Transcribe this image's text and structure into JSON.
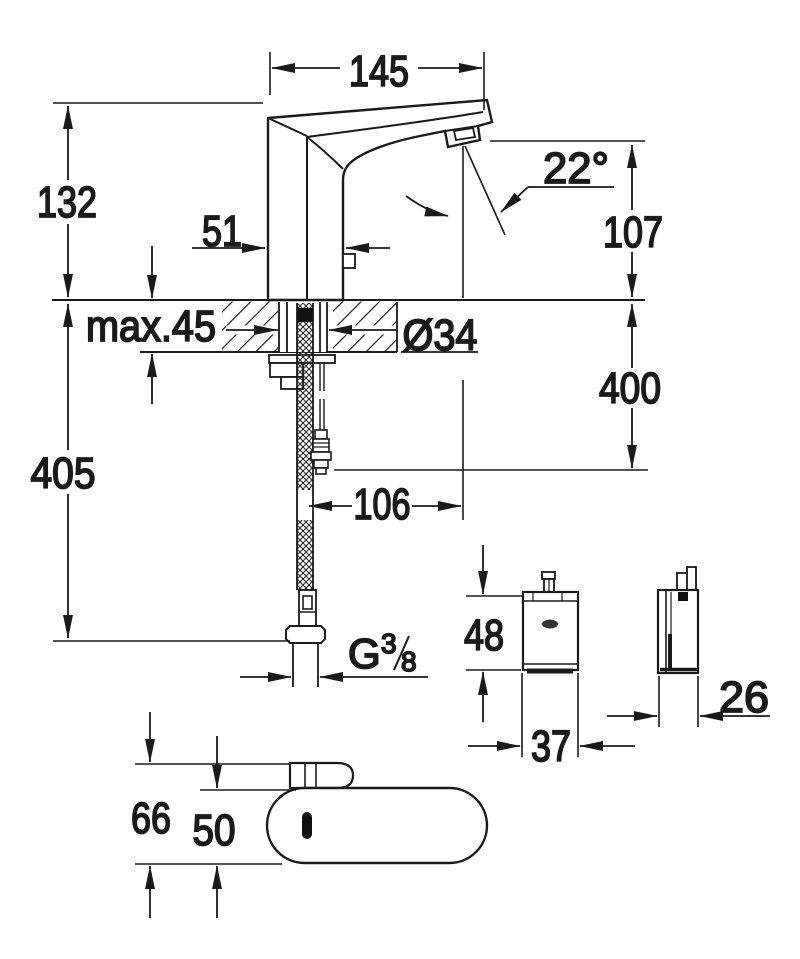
{
  "drawing_type": "faucet-installation-dimension-drawing",
  "line_color": "#1a1a1a",
  "labels": {
    "spout_reach": "145",
    "spout_top_height": "132",
    "body_depth": "51",
    "spray_angle": "22°",
    "outlet_height_above_deck": "107",
    "max_deck_thickness": "max.45",
    "hole_diameter": "Ø34",
    "hose_length_below_deck": "400",
    "supply_length_below_deck": "405",
    "hose_offset": "106",
    "thread_prefix": "G",
    "thread_numerator": "3",
    "thread_denominator": "8",
    "control_box_height": "48",
    "control_box_width": "37",
    "control_box_depth": "26",
    "top_view_total_depth": "66",
    "top_view_body_depth": "50"
  }
}
